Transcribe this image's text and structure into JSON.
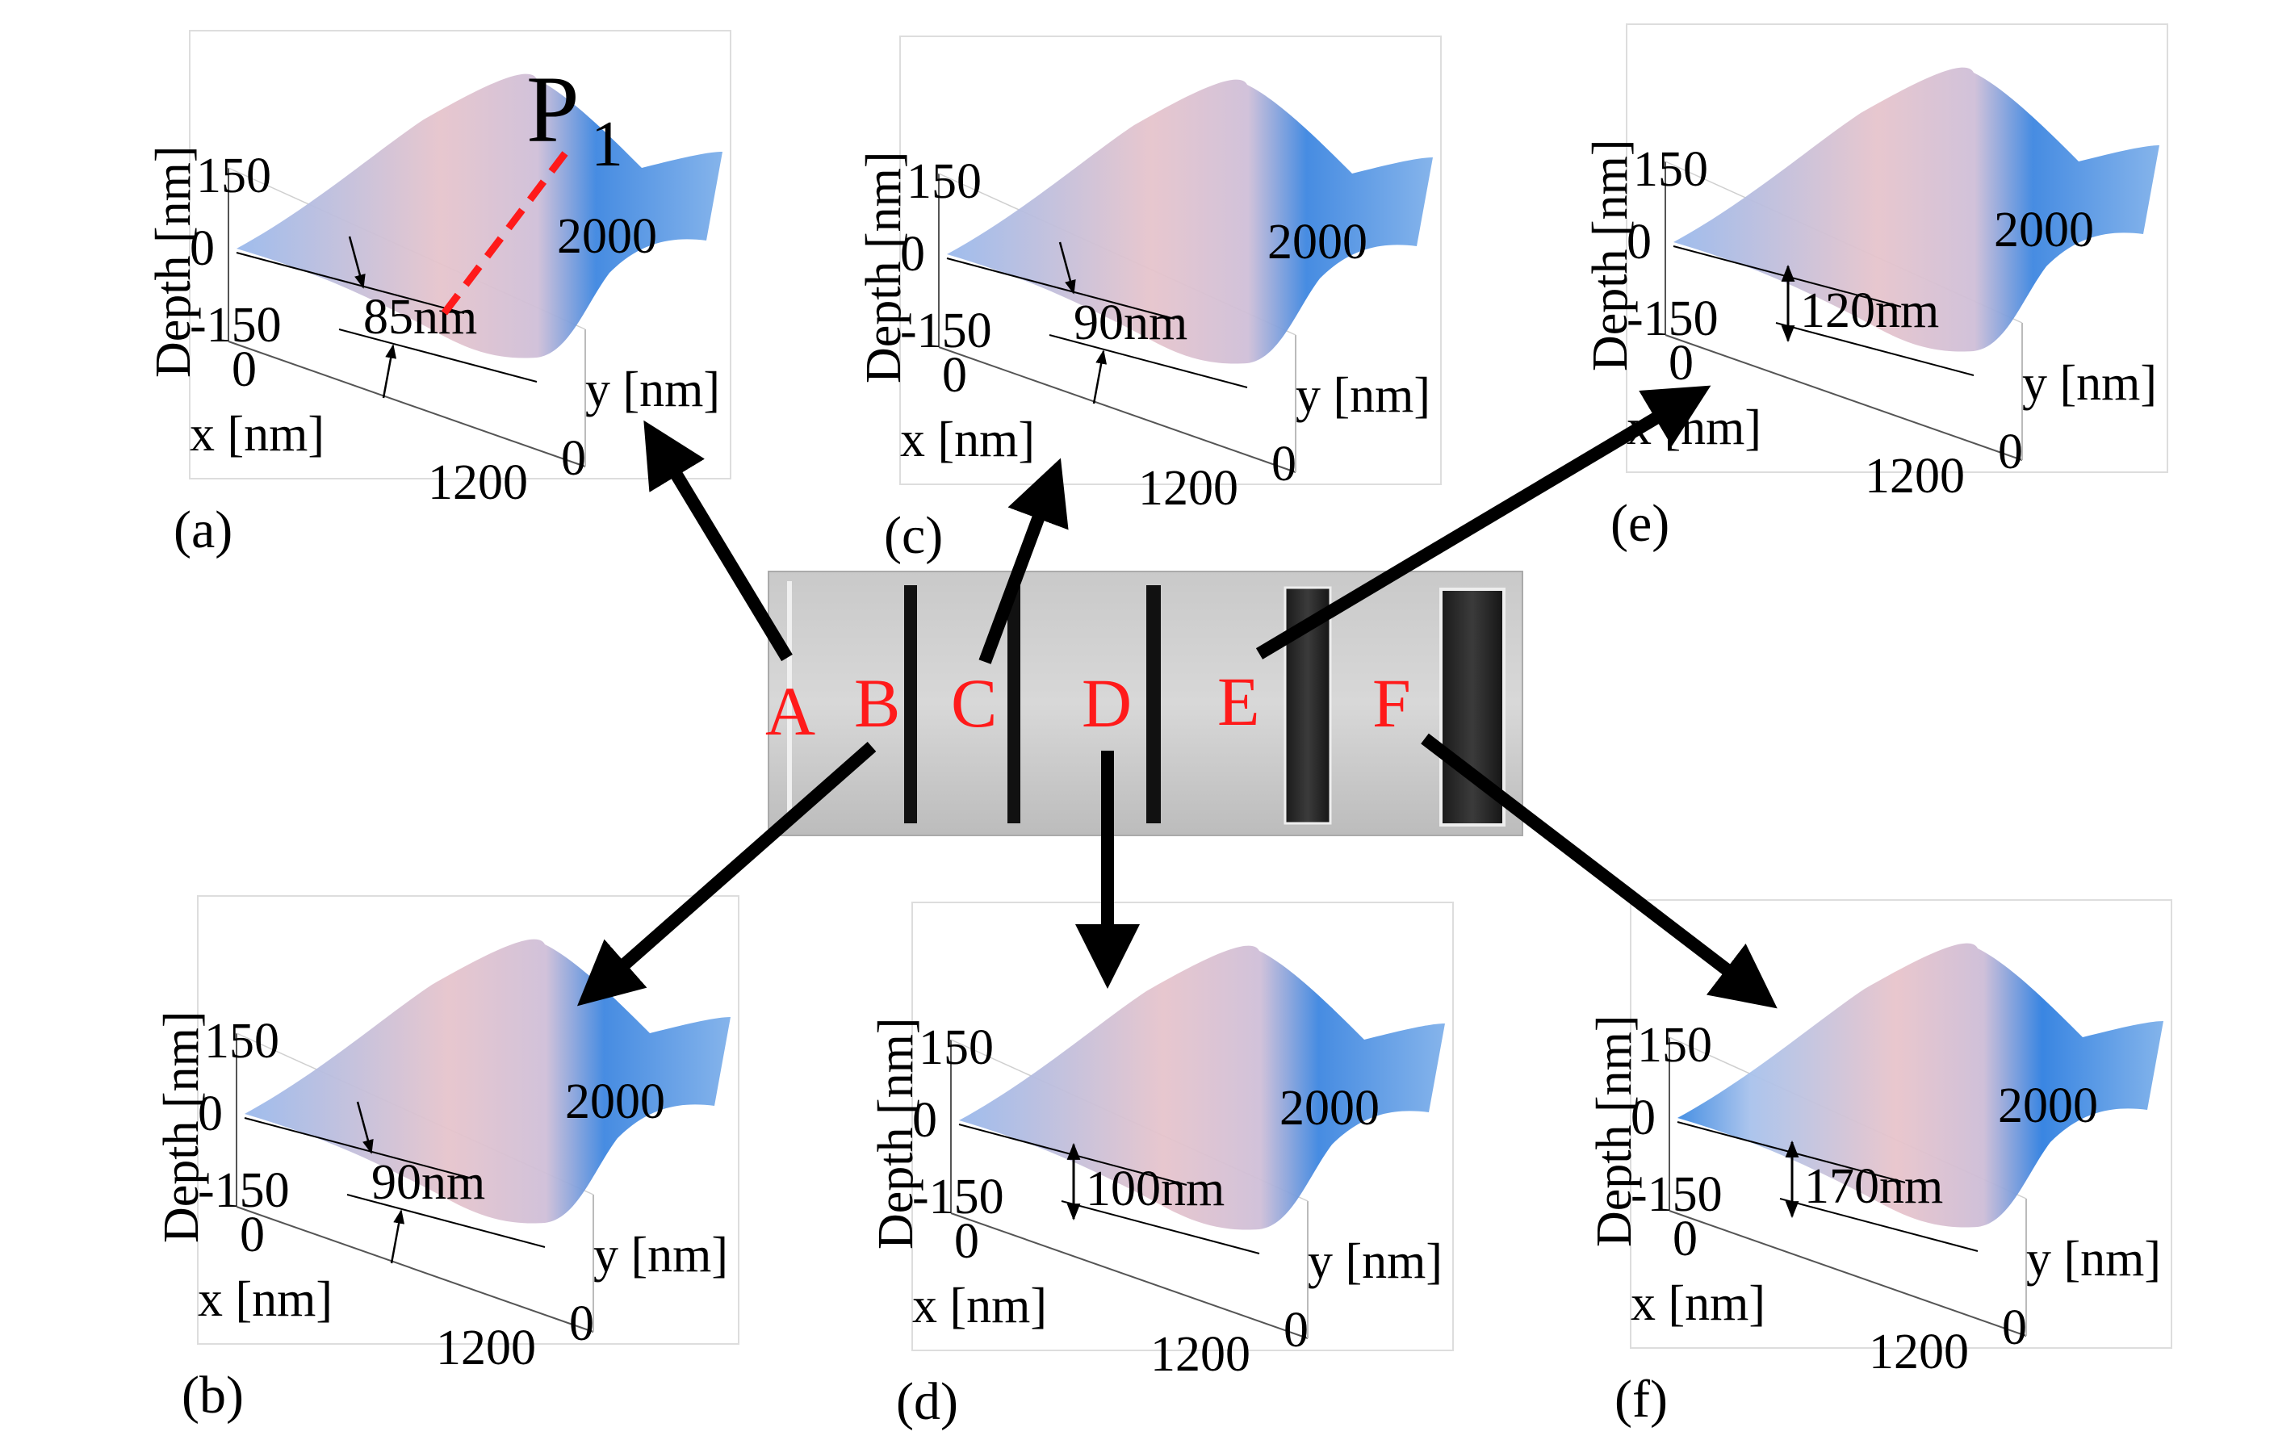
{
  "colors": {
    "surface_blue": "#4a8fe0",
    "surface_light": "#a7c4ec",
    "surface_pink": "#e9c3c9",
    "site_label": "#ff1a1a",
    "arrow": "#000000",
    "p1_line": "#ff1a1a"
  },
  "axes": {
    "depth_label": "Depth [nm]",
    "x_label": "x [nm]",
    "y_label": "y [nm]",
    "depth_ticks": [
      "150",
      "0",
      "-150"
    ],
    "x_ticks": [
      "0",
      "1200"
    ],
    "y_ticks": [
      "2000",
      "0"
    ]
  },
  "annotation": {
    "p1_main": "P",
    "p1_sub": "1"
  },
  "sites": [
    "A",
    "B",
    "C",
    "D",
    "E",
    "F"
  ],
  "panels": [
    {
      "label": "(a)",
      "measurement": "85nm",
      "marker": "pinch"
    },
    {
      "label": "(b)",
      "measurement": "90nm",
      "marker": "pinch"
    },
    {
      "label": "(c)",
      "measurement": "90nm",
      "marker": "pinch"
    },
    {
      "label": "(d)",
      "measurement": "100nm",
      "marker": "double"
    },
    {
      "label": "(e)",
      "measurement": "120nm",
      "marker": "double"
    },
    {
      "label": "(f)",
      "measurement": "170nm",
      "marker": "double"
    }
  ]
}
